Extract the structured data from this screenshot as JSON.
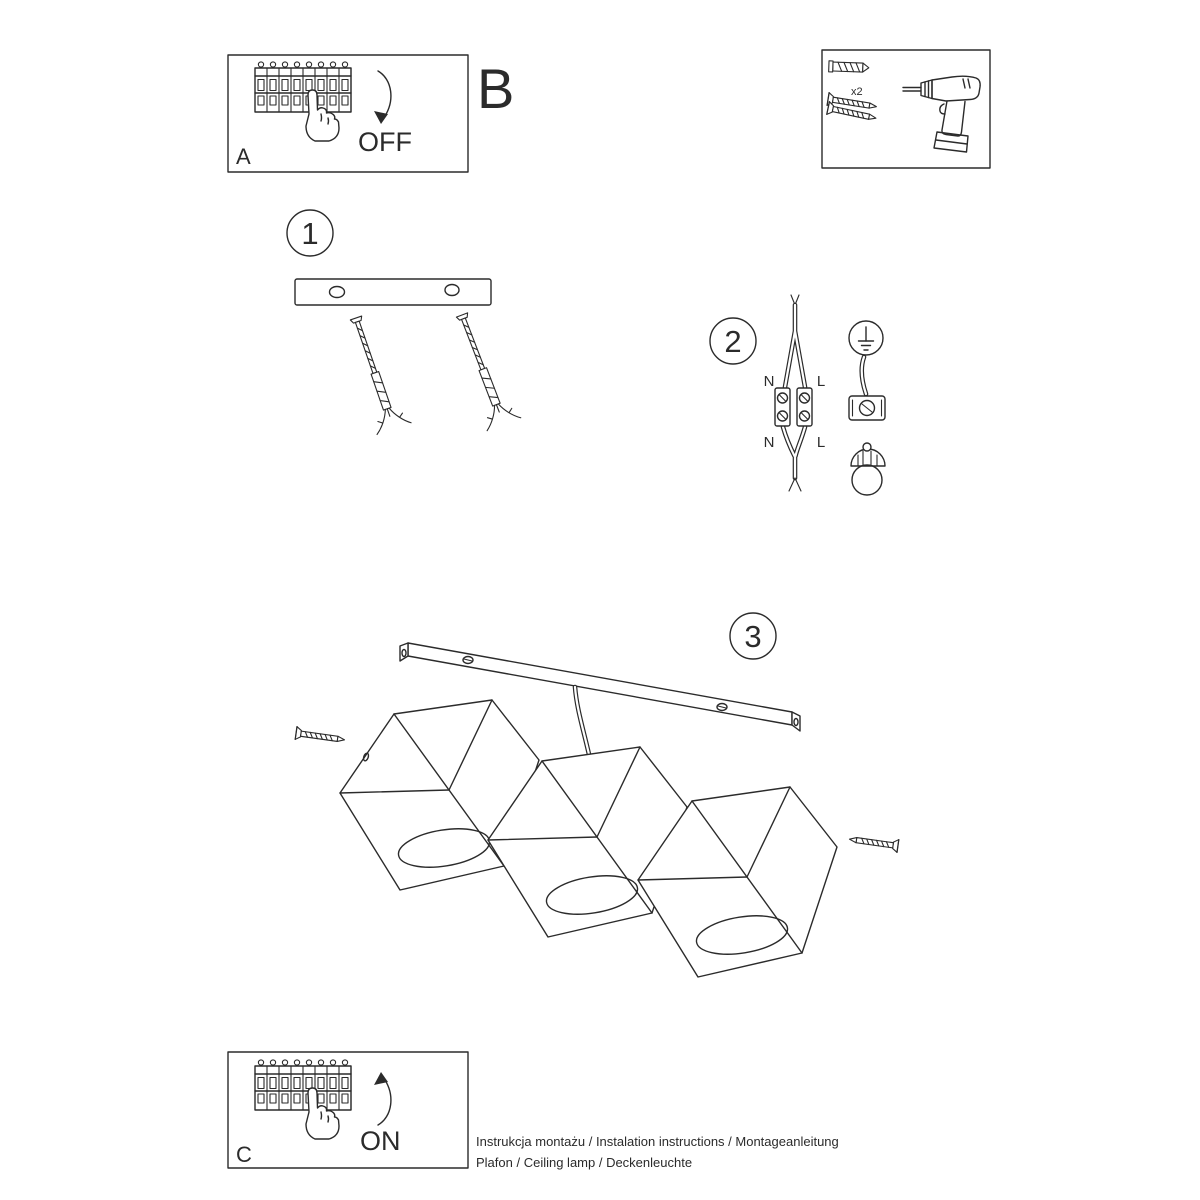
{
  "page": {
    "section_letter": "B"
  },
  "power_off_box": {
    "label": "A",
    "state": "OFF"
  },
  "power_on_box": {
    "label": "C",
    "state": "ON"
  },
  "hardware_box": {
    "anchor_quantity": "x2"
  },
  "steps": {
    "one": "1",
    "two": "2",
    "three": "3"
  },
  "wiring": {
    "n_top": "N",
    "l_top": "L",
    "n_bottom": "N",
    "l_bottom": "L"
  },
  "footer": {
    "line1": "Instrukcja montażu / Instalation instructions / Montageanleitung",
    "line2": "Plafon / Ceiling lamp / Deckenleuchte"
  },
  "colors": {
    "ink": "#2b2b2b",
    "paper": "#ffffff"
  }
}
